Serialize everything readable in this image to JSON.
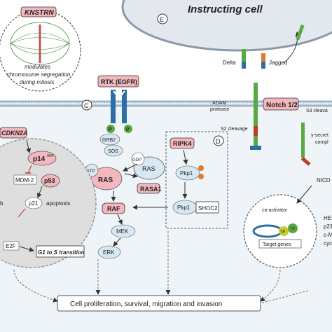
{
  "labels": {
    "instructing_cell": "Instructing cell",
    "panel_e": "E",
    "panel_c": "C",
    "panel_d": "D",
    "knstrn": "KNSTRN",
    "knstrn_caption_1": "modulates",
    "knstrn_caption_2": "chromosome segregation",
    "knstrn_caption_3": "during mitosis",
    "delta": "Delta",
    "jagged": "Jagged",
    "adam_1": "ADAM",
    "adam_2": "protease",
    "notch": "Notch 1/2",
    "s2_cleavage": "S2 cleavage",
    "s3_cleavage": "S3 cleava",
    "gamma_sec_1": "γ-secret",
    "gamma_sec_2": "compl",
    "nicd": "NICD",
    "coactivator": "co-activator",
    "tf1": "TF",
    "tf2": "TF",
    "target_genes": "Target genes",
    "hes_1": "HES",
    "hes_2": "p21",
    "hes_3": "c-M",
    "hes_4": "cyc",
    "rtk": "RTK (EGFR)",
    "p1": "P",
    "p2": "P",
    "grb2": "GRB2",
    "sos": "SOS",
    "gtp": "GTP",
    "ras_active": "RAS",
    "gdp": "GDP",
    "ras_inactive": "RAS",
    "rasa1": "RASA1",
    "raf": "RAF",
    "mek": "MEK",
    "erk": "ERK",
    "ripk4": "RIPK4",
    "pkp1_top": "Pkp1",
    "pkp1_bottom": "Pkp1",
    "shoc2": "SHOC2",
    "cdkn2a": "CDKN2A",
    "p14_base": "p14",
    "p14_sup": "ARF",
    "mdm2": "MDM-2",
    "p53": "p53",
    "p21": "p21",
    "apoptosis": "apoptosis",
    "rb_fragment": "b",
    "e2f": "E2F",
    "g1s": "G1 to S transition",
    "outcome": "Cell proliferation, survival, migration and invasion"
  },
  "colors": {
    "membrane": "#9fb6c8",
    "cell_bg": "#eef4f8",
    "nucleus": "#dedede",
    "pink": "#f3b8be",
    "red": "#c0392b",
    "green": "#5aa842",
    "blue": "#2d6ea7"
  }
}
